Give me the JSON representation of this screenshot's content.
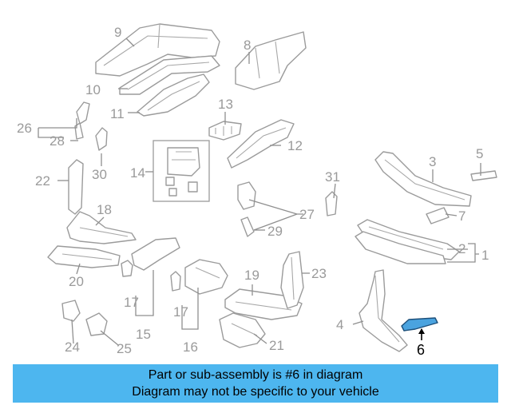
{
  "highlight_color": "#4db6ef",
  "diagram": {
    "callouts": {
      "c1": "1",
      "c2": "2",
      "c3": "3",
      "c4": "4",
      "c5": "5",
      "c6": "6",
      "c7": "7",
      "c8": "8",
      "c9": "9",
      "c10": "10",
      "c11": "11",
      "c12": "12",
      "c13": "13",
      "c14": "14",
      "c15": "15",
      "c16": "16",
      "c17": "17",
      "c18": "18",
      "c19": "19",
      "c20": "20",
      "c21": "21",
      "c22": "22",
      "c23": "23",
      "c24": "24",
      "c25": "25",
      "c26": "26",
      "c27": "27",
      "c28": "28",
      "c29": "29",
      "c30": "30",
      "c31": "31"
    }
  },
  "banner": {
    "line1": "Part or sub-assembly is #6 in diagram",
    "line2": "Diagram may not be specific to your vehicle"
  }
}
